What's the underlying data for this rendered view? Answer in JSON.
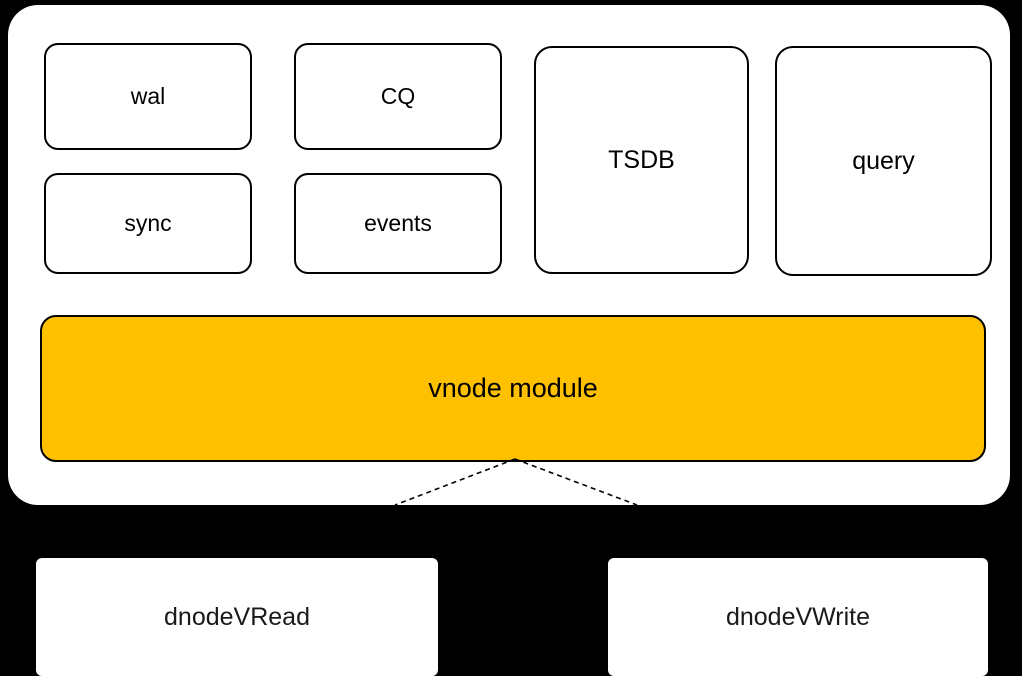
{
  "diagram": {
    "title": "vnode architecture",
    "background_color": "#000000",
    "container": {
      "name": "vnode-container",
      "fill": "#ffffff",
      "border_style": "dashed"
    },
    "modules": [
      {
        "id": "wal",
        "label": "wal"
      },
      {
        "id": "cq",
        "label": "CQ"
      },
      {
        "id": "sync",
        "label": "sync"
      },
      {
        "id": "events",
        "label": "events"
      },
      {
        "id": "tsdb",
        "label": "TSDB"
      },
      {
        "id": "query",
        "label": "query"
      }
    ],
    "core": {
      "id": "vnode-module",
      "label": "vnode module",
      "fill_color": "#ffc000",
      "border_color": "#000000"
    },
    "consumers": [
      {
        "id": "dnodevread",
        "label": "dnodeVRead"
      },
      {
        "id": "dnodevwrite",
        "label": "dnodeVWrite"
      }
    ],
    "connectors": {
      "style": "dashed",
      "color": "#000000",
      "from": "vnode module",
      "to": [
        "dnodeVRead",
        "dnodeVWrite"
      ]
    }
  }
}
